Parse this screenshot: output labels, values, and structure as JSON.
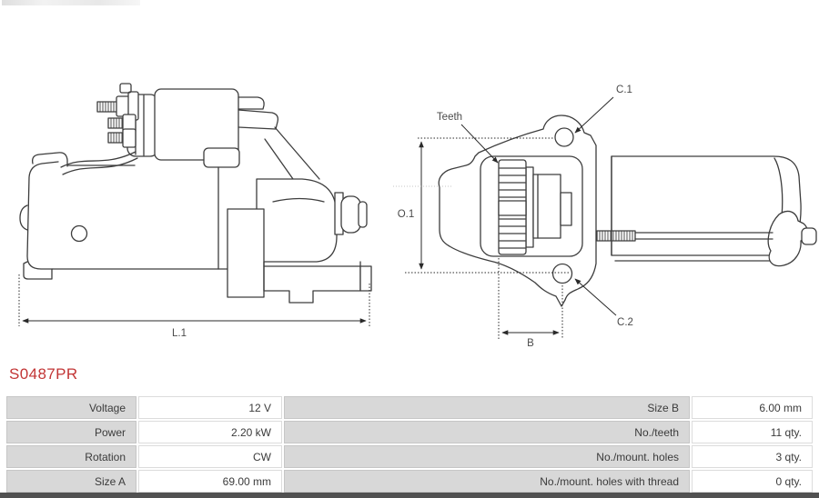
{
  "part": {
    "number": "S0487PR",
    "color": "#c23535"
  },
  "diagram": {
    "labels": {
      "l1": "L.1",
      "o1": "O.1",
      "b": "B",
      "c1": "C.1",
      "c2": "C.2",
      "teeth": "Teeth"
    },
    "line_color": "#3d3d3d",
    "dimension_color": "#2a2a2a"
  },
  "specs": {
    "left": [
      {
        "label": "Voltage",
        "value": "12 V"
      },
      {
        "label": "Power",
        "value": "2.20 kW"
      },
      {
        "label": "Rotation",
        "value": "CW"
      },
      {
        "label": "Size A",
        "value": "69.00 mm"
      }
    ],
    "right": [
      {
        "label": "Size B",
        "value": "6.00 mm"
      },
      {
        "label": "No./teeth",
        "value": "11 qty."
      },
      {
        "label": "No./mount. holes",
        "value": "3 qty."
      },
      {
        "label": "No./mount. holes with thread",
        "value": "0 qty."
      }
    ],
    "label_bg": "#d8d8d8",
    "value_bg": "#ffffff",
    "border_color": "#c6c6c6",
    "bottom_bar_color": "#515151"
  }
}
